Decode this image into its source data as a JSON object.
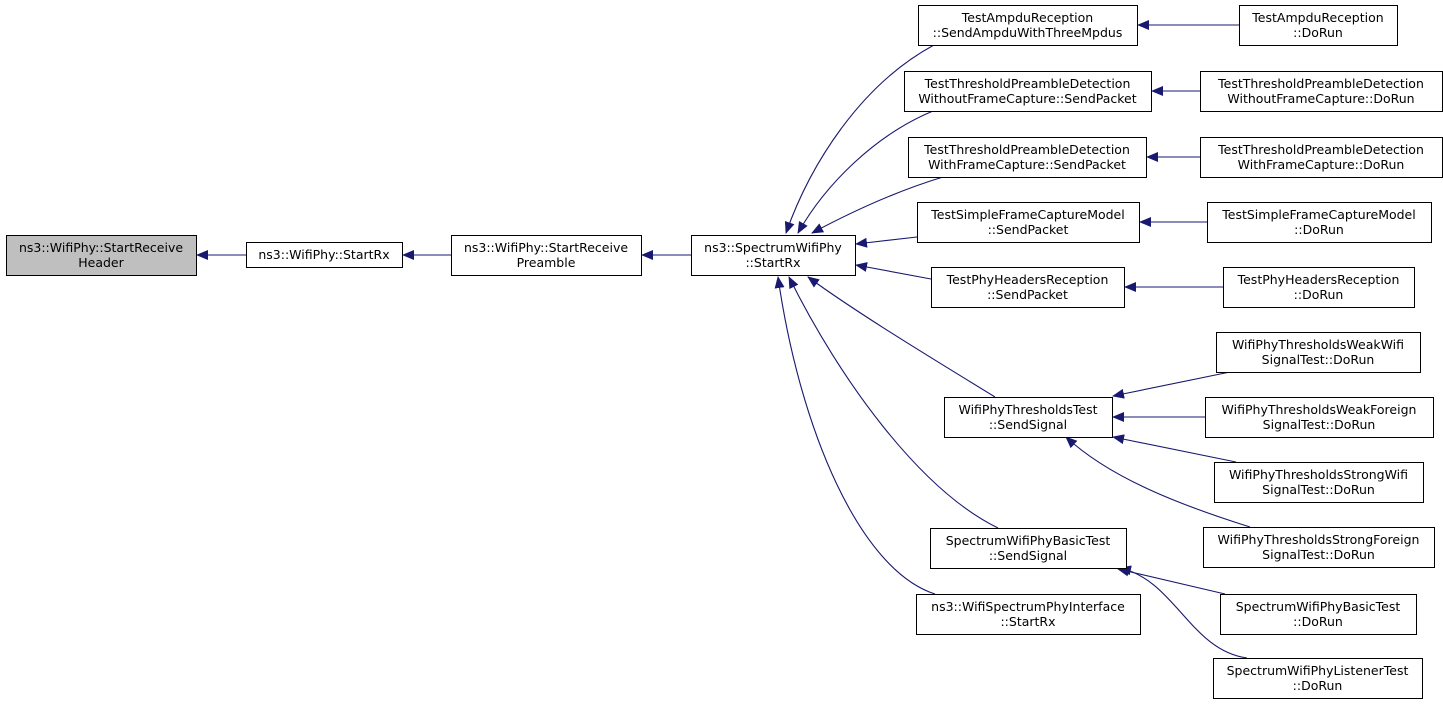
{
  "graph": {
    "edge_color": "#191970",
    "node_fill": "#ffffff",
    "root_fill": "#bfbfbf",
    "nodes": [
      {
        "id": "n0",
        "lines": [
          "ns3::WifiPhy::StartReceive",
          "Header"
        ],
        "root": true
      },
      {
        "id": "n1",
        "lines": [
          "ns3::WifiPhy::StartRx"
        ]
      },
      {
        "id": "n2",
        "lines": [
          "ns3::WifiPhy::StartReceive",
          "Preamble"
        ]
      },
      {
        "id": "n3",
        "lines": [
          "ns3::SpectrumWifiPhy",
          "::StartRx"
        ]
      },
      {
        "id": "n4",
        "lines": [
          "TestAmpduReception",
          "::SendAmpduWithThreeMpdus"
        ]
      },
      {
        "id": "n5",
        "lines": [
          "TestAmpduReception",
          "::DoRun"
        ]
      },
      {
        "id": "n6",
        "lines": [
          "TestThresholdPreambleDetection",
          "WithoutFrameCapture::SendPacket"
        ]
      },
      {
        "id": "n7",
        "lines": [
          "TestThresholdPreambleDetection",
          "WithoutFrameCapture::DoRun"
        ]
      },
      {
        "id": "n8",
        "lines": [
          "TestThresholdPreambleDetection",
          "WithFrameCapture::SendPacket"
        ]
      },
      {
        "id": "n9",
        "lines": [
          "TestThresholdPreambleDetection",
          "WithFrameCapture::DoRun"
        ]
      },
      {
        "id": "n10",
        "lines": [
          "TestSimpleFrameCaptureModel",
          "::SendPacket"
        ]
      },
      {
        "id": "n11",
        "lines": [
          "TestSimpleFrameCaptureModel",
          "::DoRun"
        ]
      },
      {
        "id": "n12",
        "lines": [
          "TestPhyHeadersReception",
          "::SendPacket"
        ]
      },
      {
        "id": "n13",
        "lines": [
          "TestPhyHeadersReception",
          "::DoRun"
        ]
      },
      {
        "id": "n14",
        "lines": [
          "WifiPhyThresholdsTest",
          "::SendSignal"
        ]
      },
      {
        "id": "n15",
        "lines": [
          "WifiPhyThresholdsWeakWifi",
          "SignalTest::DoRun"
        ]
      },
      {
        "id": "n16",
        "lines": [
          "WifiPhyThresholdsWeakForeign",
          "SignalTest::DoRun"
        ]
      },
      {
        "id": "n17",
        "lines": [
          "WifiPhyThresholdsStrongWifi",
          "SignalTest::DoRun"
        ]
      },
      {
        "id": "n18",
        "lines": [
          "WifiPhyThresholdsStrongForeign",
          "SignalTest::DoRun"
        ]
      },
      {
        "id": "n19",
        "lines": [
          "SpectrumWifiPhyBasicTest",
          "::SendSignal"
        ]
      },
      {
        "id": "n20",
        "lines": [
          "SpectrumWifiPhyBasicTest",
          "::DoRun"
        ]
      },
      {
        "id": "n21",
        "lines": [
          "SpectrumWifiPhyListenerTest",
          "::DoRun"
        ]
      },
      {
        "id": "n22",
        "lines": [
          "ns3::WifiSpectrumPhyInterface",
          "::StartRx"
        ]
      }
    ],
    "edges": [
      {
        "from": "n1",
        "to": "n0"
      },
      {
        "from": "n2",
        "to": "n1"
      },
      {
        "from": "n3",
        "to": "n2"
      },
      {
        "from": "n4",
        "to": "n3"
      },
      {
        "from": "n5",
        "to": "n4"
      },
      {
        "from": "n6",
        "to": "n3"
      },
      {
        "from": "n7",
        "to": "n6"
      },
      {
        "from": "n8",
        "to": "n3"
      },
      {
        "from": "n9",
        "to": "n8"
      },
      {
        "from": "n10",
        "to": "n3"
      },
      {
        "from": "n11",
        "to": "n10"
      },
      {
        "from": "n12",
        "to": "n3"
      },
      {
        "from": "n13",
        "to": "n12"
      },
      {
        "from": "n14",
        "to": "n3"
      },
      {
        "from": "n15",
        "to": "n14"
      },
      {
        "from": "n16",
        "to": "n14"
      },
      {
        "from": "n17",
        "to": "n14"
      },
      {
        "from": "n18",
        "to": "n14"
      },
      {
        "from": "n19",
        "to": "n3"
      },
      {
        "from": "n20",
        "to": "n19"
      },
      {
        "from": "n21",
        "to": "n19"
      },
      {
        "from": "n22",
        "to": "n3"
      }
    ]
  }
}
